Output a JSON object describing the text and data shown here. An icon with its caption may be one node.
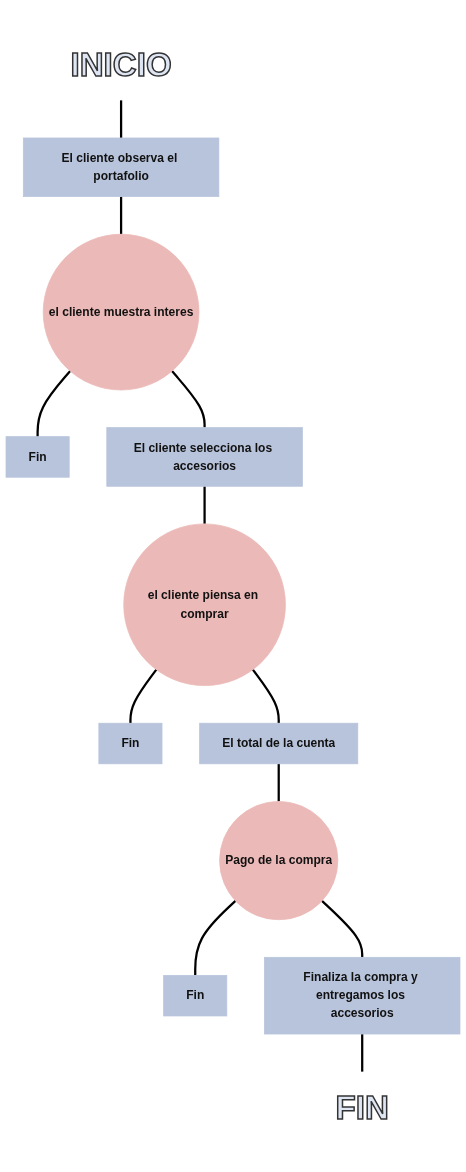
{
  "diagram": {
    "nodes": [
      {
        "text": [
          "INICIO"
        ]
      },
      {
        "text": [
          "El cliente observa el portafolio"
        ]
      },
      {
        "text": [
          "el cliente muestra interes"
        ]
      },
      {
        "text": [
          "Fin"
        ]
      },
      {
        "text": [
          "El cliente selecciona los accesorios"
        ]
      },
      {
        "text": [
          "el cliente piensa en comprar"
        ]
      },
      {
        "text": [
          "Fin"
        ]
      },
      {
        "text": [
          "El total de la cuenta"
        ]
      },
      {
        "text": [
          "Pago de la compra"
        ]
      },
      {
        "text": [
          "Fin"
        ]
      },
      {
        "text": [
          "Finaliza la compra y entregamos los accesorios"
        ]
      },
      {
        "text": [
          "FIN"
        ]
      }
    ],
    "edges": [
      {
        "from": 0,
        "to": 1,
        "arrow": "none"
      },
      {
        "from": 1,
        "to": 2,
        "arrow": "none"
      },
      {
        "from": 2,
        "to": 3,
        "arrow": "none"
      },
      {
        "from": 2,
        "to": 4,
        "arrow": "none"
      },
      {
        "from": 4,
        "to": 5,
        "arrow": "none"
      },
      {
        "from": 5,
        "to": 6,
        "arrow": "none"
      },
      {
        "from": 5,
        "to": 7,
        "arrow": "none"
      },
      {
        "from": 7,
        "to": 8,
        "arrow": "none"
      },
      {
        "from": 8,
        "to": 9,
        "arrow": "none"
      },
      {
        "from": 8,
        "to": 10,
        "arrow": "none"
      },
      {
        "from": 10,
        "to": 11,
        "arrow": "none"
      }
    ]
  }
}
